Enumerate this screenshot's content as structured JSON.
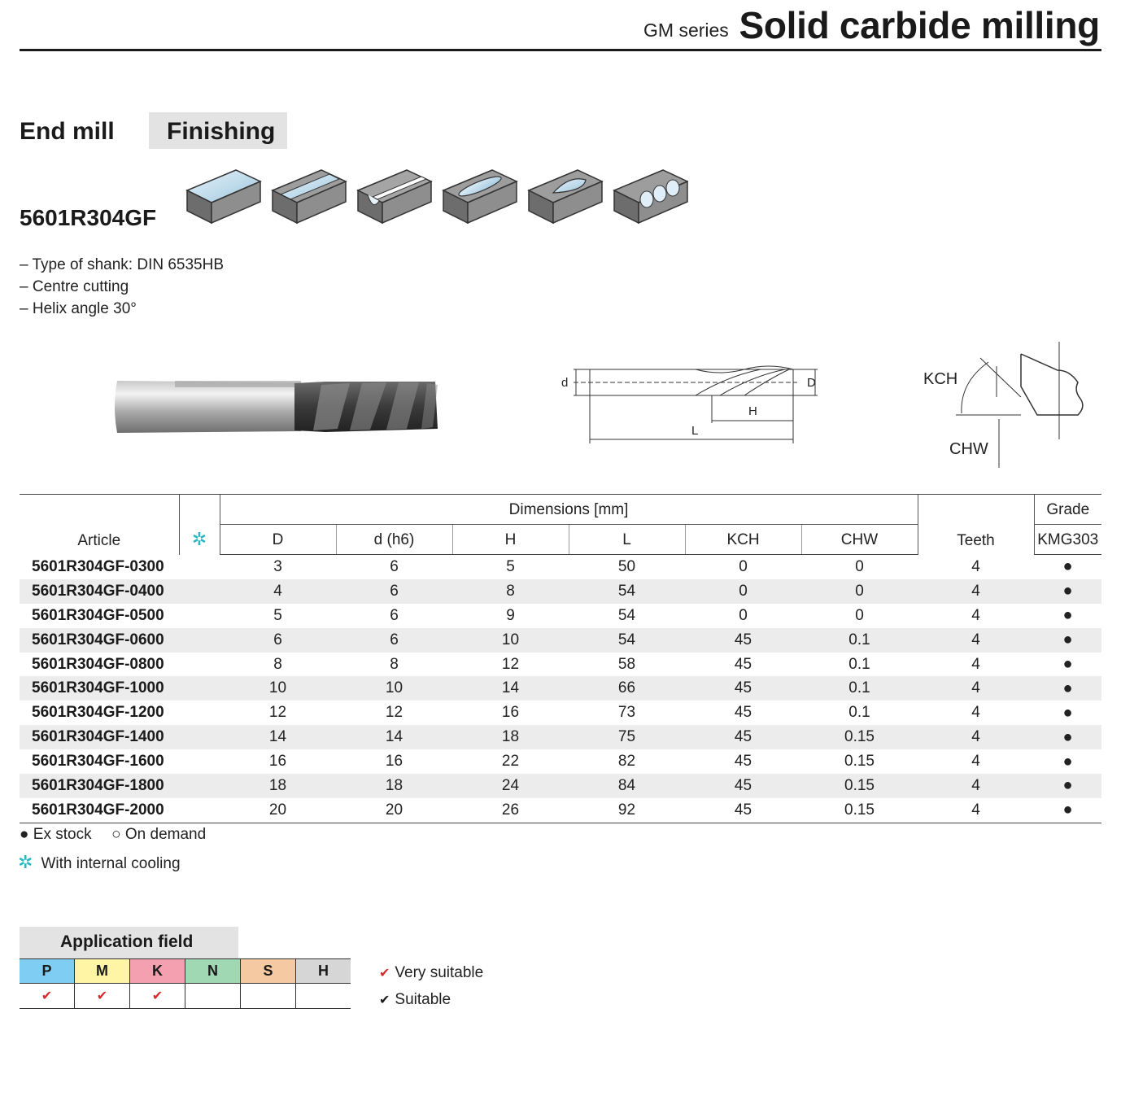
{
  "header": {
    "series": "GM series",
    "title": "Solid carbide milling"
  },
  "category": "End mill",
  "subcategory": "Finishing",
  "product_code": "5601R304GF",
  "application_icons": [
    "shoulder-block-icon",
    "slot-block-icon",
    "groove-block-icon",
    "pocket-block-icon",
    "contour-pocket-block-icon",
    "drilling-block-icon"
  ],
  "features": [
    "– Type of shank: DIN 6535HB",
    "– Centre cutting",
    "– Helix angle 30°"
  ],
  "drawing": {
    "label_d": "d",
    "label_D": "D",
    "label_H": "H",
    "label_L": "L",
    "label_KCH": "KCH",
    "label_CHW": "CHW"
  },
  "table": {
    "group_header": "Dimensions [mm]",
    "grade_header": "Grade",
    "columns": {
      "article": "Article",
      "cooling": "✲",
      "D": "D",
      "d": "d (h6)",
      "H": "H",
      "L": "L",
      "KCH": "KCH",
      "CHW": "CHW",
      "teeth": "Teeth",
      "grade": "KMG303"
    },
    "rows": [
      {
        "article": "5601R304GF-0300",
        "D": "3",
        "d": "6",
        "H": "5",
        "L": "50",
        "KCH": "0",
        "CHW": "0",
        "teeth": "4",
        "grade": "●"
      },
      {
        "article": "5601R304GF-0400",
        "D": "4",
        "d": "6",
        "H": "8",
        "L": "54",
        "KCH": "0",
        "CHW": "0",
        "teeth": "4",
        "grade": "●"
      },
      {
        "article": "5601R304GF-0500",
        "D": "5",
        "d": "6",
        "H": "9",
        "L": "54",
        "KCH": "0",
        "CHW": "0",
        "teeth": "4",
        "grade": "●"
      },
      {
        "article": "5601R304GF-0600",
        "D": "6",
        "d": "6",
        "H": "10",
        "L": "54",
        "KCH": "45",
        "CHW": "0.1",
        "teeth": "4",
        "grade": "●"
      },
      {
        "article": "5601R304GF-0800",
        "D": "8",
        "d": "8",
        "H": "12",
        "L": "58",
        "KCH": "45",
        "CHW": "0.1",
        "teeth": "4",
        "grade": "●"
      },
      {
        "article": "5601R304GF-1000",
        "D": "10",
        "d": "10",
        "H": "14",
        "L": "66",
        "KCH": "45",
        "CHW": "0.1",
        "teeth": "4",
        "grade": "●"
      },
      {
        "article": "5601R304GF-1200",
        "D": "12",
        "d": "12",
        "H": "16",
        "L": "73",
        "KCH": "45",
        "CHW": "0.1",
        "teeth": "4",
        "grade": "●"
      },
      {
        "article": "5601R304GF-1400",
        "D": "14",
        "d": "14",
        "H": "18",
        "L": "75",
        "KCH": "45",
        "CHW": "0.15",
        "teeth": "4",
        "grade": "●"
      },
      {
        "article": "5601R304GF-1600",
        "D": "16",
        "d": "16",
        "H": "22",
        "L": "82",
        "KCH": "45",
        "CHW": "0.15",
        "teeth": "4",
        "grade": "●"
      },
      {
        "article": "5601R304GF-1800",
        "D": "18",
        "d": "18",
        "H": "24",
        "L": "84",
        "KCH": "45",
        "CHW": "0.15",
        "teeth": "4",
        "grade": "●"
      },
      {
        "article": "5601R304GF-2000",
        "D": "20",
        "d": "20",
        "H": "26",
        "L": "92",
        "KCH": "45",
        "CHW": "0.15",
        "teeth": "4",
        "grade": "●"
      }
    ]
  },
  "legend": {
    "ex_stock_symbol": "●",
    "ex_stock": "Ex stock",
    "on_demand_symbol": "○",
    "on_demand": "On demand",
    "cooling_symbol": "✲",
    "cooling": "With internal cooling"
  },
  "application_field": {
    "title": "Application field",
    "materials": [
      {
        "label": "P",
        "color": "#7fcdf2",
        "mark": "✔",
        "suitability": "very"
      },
      {
        "label": "M",
        "color": "#fff5a5",
        "mark": "✔",
        "suitability": "very"
      },
      {
        "label": "K",
        "color": "#f4a0b0",
        "mark": "✔",
        "suitability": "very"
      },
      {
        "label": "N",
        "color": "#9fd8b2",
        "mark": "",
        "suitability": ""
      },
      {
        "label": "S",
        "color": "#f5c9a2",
        "mark": "",
        "suitability": ""
      },
      {
        "label": "H",
        "color": "#d6d6d6",
        "mark": "",
        "suitability": ""
      }
    ],
    "legend_very_mark": "✔",
    "legend_very": "Very suitable",
    "legend_suitable_mark": "✔",
    "legend_suitable": "Suitable"
  }
}
